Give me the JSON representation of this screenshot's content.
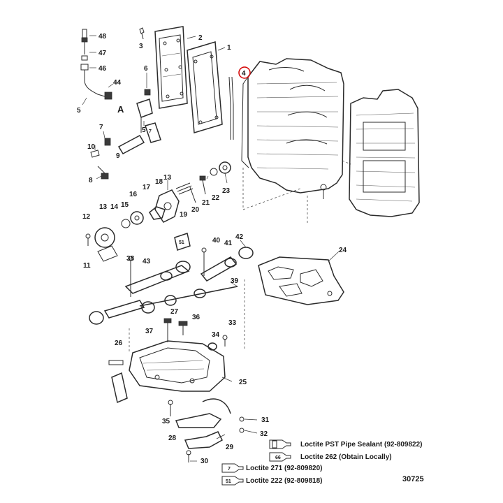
{
  "diagram": {
    "figure_number": "30725",
    "section_marker": "A",
    "callouts": [
      {
        "id": "c48",
        "label": "48"
      },
      {
        "id": "c47",
        "label": "47"
      },
      {
        "id": "c46",
        "label": "46"
      },
      {
        "id": "c44",
        "label": "44"
      },
      {
        "id": "c5a",
        "label": "5"
      },
      {
        "id": "c3",
        "label": "3"
      },
      {
        "id": "c2",
        "label": "2"
      },
      {
        "id": "c1",
        "label": "1"
      },
      {
        "id": "c6",
        "label": "6"
      },
      {
        "id": "c5b",
        "label": "5"
      },
      {
        "id": "c7",
        "label": "7"
      },
      {
        "id": "c10",
        "label": "10"
      },
      {
        "id": "c9",
        "label": "9"
      },
      {
        "id": "c8",
        "label": "8"
      },
      {
        "id": "c13a",
        "label": "13"
      },
      {
        "id": "c17",
        "label": "17"
      },
      {
        "id": "c18",
        "label": "18"
      },
      {
        "id": "c16",
        "label": "16"
      },
      {
        "id": "c15",
        "label": "15"
      },
      {
        "id": "c14",
        "label": "14"
      },
      {
        "id": "c13b",
        "label": "13"
      },
      {
        "id": "c12",
        "label": "12"
      },
      {
        "id": "c11",
        "label": "11"
      },
      {
        "id": "c19",
        "label": "19"
      },
      {
        "id": "c20",
        "label": "20"
      },
      {
        "id": "c21",
        "label": "21"
      },
      {
        "id": "c22",
        "label": "22"
      },
      {
        "id": "c23",
        "label": "23"
      },
      {
        "id": "c24",
        "label": "24"
      },
      {
        "id": "c42",
        "label": "42"
      },
      {
        "id": "c40",
        "label": "40"
      },
      {
        "id": "c41",
        "label": "41"
      },
      {
        "id": "c38",
        "label": "38"
      },
      {
        "id": "c43",
        "label": "43"
      },
      {
        "id": "c39",
        "label": "39"
      },
      {
        "id": "c27",
        "label": "27"
      },
      {
        "id": "c36",
        "label": "36"
      },
      {
        "id": "c37",
        "label": "37"
      },
      {
        "id": "c34",
        "label": "34"
      },
      {
        "id": "c33",
        "label": "33"
      },
      {
        "id": "c26",
        "label": "26"
      },
      {
        "id": "c25",
        "label": "25"
      },
      {
        "id": "c35",
        "label": "35"
      },
      {
        "id": "c31",
        "label": "31"
      },
      {
        "id": "c32",
        "label": "32"
      },
      {
        "id": "c28",
        "label": "28"
      },
      {
        "id": "c29",
        "label": "29"
      },
      {
        "id": "c30",
        "label": "30"
      },
      {
        "id": "c4",
        "label": "4"
      }
    ],
    "legend": [
      {
        "tube": "",
        "text": "Loctite PST Pipe Sealant (92-809822)"
      },
      {
        "tube": "66",
        "text": "Loctite 262 (Obtain Locally)"
      },
      {
        "tube": "7",
        "text": "Loctite 271 (92-809820)"
      },
      {
        "tube": "51",
        "text": "Loctite 222 (92-809818)"
      }
    ],
    "tube_marks": {
      "t7": "7",
      "t51": "51"
    },
    "highlight_color": "#d40000"
  }
}
